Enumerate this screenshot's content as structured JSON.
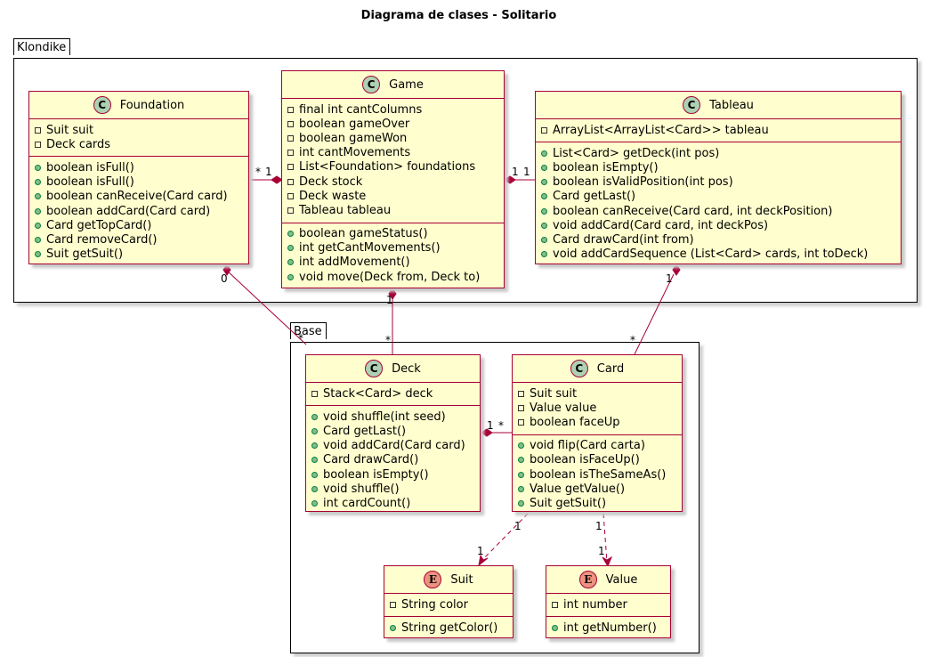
{
  "title": "Diagrama de clases - Solitario",
  "colors": {
    "class_fill": "#fefece",
    "class_border": "#a80036",
    "class_stereo": "#add1b2",
    "enum_stereo": "#eb937f",
    "public_icon": "#84be84"
  },
  "packages": {
    "klondike": {
      "name": "Klondike"
    },
    "base": {
      "name": "Base"
    }
  },
  "classes": {
    "foundation": {
      "stereotype": "C",
      "name": "Foundation",
      "fields": [
        "Suit suit",
        "Deck cards"
      ],
      "methods": [
        "boolean isFull()",
        "boolean isFull()",
        "boolean canReceive(Card card)",
        "boolean addCard(Card card)",
        "Card getTopCard()",
        "Card removeCard()",
        "Suit getSuit()"
      ]
    },
    "game": {
      "stereotype": "C",
      "name": "Game",
      "fields": [
        "final int cantColumns",
        "boolean gameOver",
        "boolean gameWon",
        "int cantMovements",
        "List<Foundation> foundations",
        "Deck stock",
        "Deck waste",
        "Tableau tableau"
      ],
      "methods": [
        "boolean gameStatus()",
        "int getCantMovements()",
        "int addMovement()",
        "void move(Deck from, Deck to)"
      ]
    },
    "tableau": {
      "stereotype": "C",
      "name": "Tableau",
      "fields": [
        "ArrayList<ArrayList<Card>> tableau"
      ],
      "methods": [
        "List<Card> getDeck(int pos)",
        "boolean isEmpty()",
        "boolean isValidPosition(int pos)",
        "Card getLast()",
        "boolean canReceive(Card card, int deckPosition)",
        "void addCard(Card card, int deckPos)",
        "Card drawCard(int from)",
        "void addCardSequence (List<Card> cards, int toDeck)"
      ]
    },
    "deck": {
      "stereotype": "C",
      "name": "Deck",
      "fields": [
        "Stack<Card> deck"
      ],
      "methods": [
        "void shuffle(int seed)",
        "Card getLast()",
        "void addCard(Card card)",
        "Card drawCard()",
        "boolean isEmpty()",
        "void shuffle()",
        "int cardCount()"
      ]
    },
    "card": {
      "stereotype": "C",
      "name": "Card",
      "fields": [
        "Suit suit",
        "Value value",
        "boolean faceUp"
      ],
      "methods": [
        "void flip(Card carta)",
        "boolean isFaceUp()",
        "boolean isTheSameAs()",
        "Value getValue()",
        "Suit getSuit()"
      ]
    },
    "suit": {
      "stereotype": "E",
      "name": "Suit",
      "fields": [
        "String color"
      ],
      "methods": [
        "String getColor()"
      ]
    },
    "value": {
      "stereotype": "E",
      "name": "Value",
      "fields": [
        "int number"
      ],
      "methods": [
        "int getNumber()"
      ]
    }
  },
  "multiplicities": {
    "foundation_game_foundation": "*",
    "foundation_game_game": "1",
    "game_tableau_game": "1",
    "game_tableau_tableau": "1",
    "foundation_deck_foundation": "0",
    "foundation_deck_deck": "*",
    "game_deck_game": "1",
    "game_deck_deck": "*",
    "tableau_card_tableau": "1",
    "tableau_card_card": "*",
    "deck_card_deck": "1",
    "deck_card_card": "*",
    "card_suit_card": "1",
    "card_suit_suit": "1",
    "card_value_card": "1",
    "card_value_value": "1"
  }
}
